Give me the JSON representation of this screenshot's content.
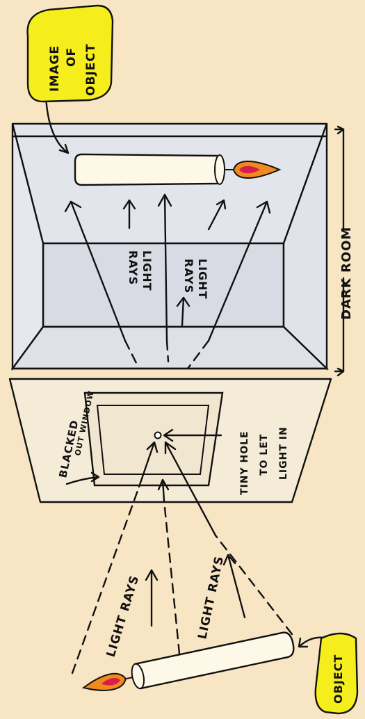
{
  "labels": {
    "image_of_object": [
      "IMAGE",
      "OF",
      "OBJECT"
    ],
    "object": "OBJECT",
    "blacked_out_window": [
      "BLACKED",
      "OUT WINDOW"
    ],
    "tiny_hole": [
      "TINY HOLE",
      "TO LET",
      "LIGHT IN"
    ],
    "dark_room": "DARK ROOM",
    "light_rays_room_1": [
      "LIGHT",
      "RAYS"
    ],
    "light_rays_room_2": [
      "LIGHT",
      "RAYS"
    ],
    "light_rays_outside_1": "LIGHT RAYS",
    "light_rays_outside_2": "LIGHT RAYS"
  },
  "colors": {
    "background": "#f8e5c4",
    "room_wall": "#e3e5ec",
    "window_panel": "#f5ecd8",
    "callout_yellow": "#f6ee1c",
    "candle_body": "#fdf8e8",
    "flame_outer": "#f08a1e",
    "flame_inner": "#d81e4a"
  }
}
